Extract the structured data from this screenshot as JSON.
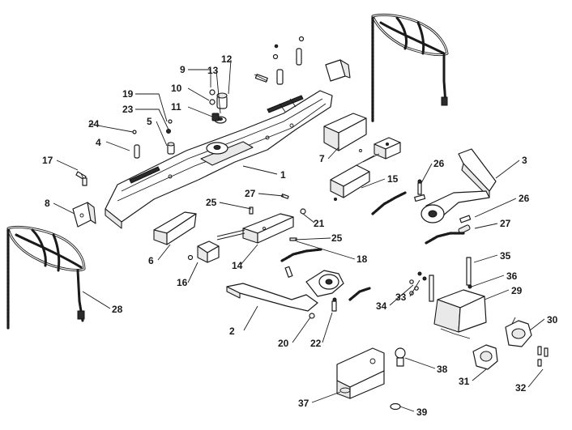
{
  "callouts": [
    {
      "id": "c1",
      "text": "1"
    },
    {
      "id": "c2",
      "text": "2"
    },
    {
      "id": "c3",
      "text": "3"
    },
    {
      "id": "c4",
      "text": "4"
    },
    {
      "id": "c5",
      "text": "5"
    },
    {
      "id": "c6",
      "text": "6"
    },
    {
      "id": "c7",
      "text": "7"
    },
    {
      "id": "c8",
      "text": "8"
    },
    {
      "id": "c9",
      "text": "9"
    },
    {
      "id": "c10",
      "text": "10"
    },
    {
      "id": "c11",
      "text": "11"
    },
    {
      "id": "c12",
      "text": "12"
    },
    {
      "id": "c13",
      "text": "13"
    },
    {
      "id": "c14",
      "text": "14"
    },
    {
      "id": "c15",
      "text": "15"
    },
    {
      "id": "c16",
      "text": "16"
    },
    {
      "id": "c17",
      "text": "17"
    },
    {
      "id": "c18",
      "text": "18"
    },
    {
      "id": "c19",
      "text": "19"
    },
    {
      "id": "c20",
      "text": "20"
    },
    {
      "id": "c21",
      "text": "21"
    },
    {
      "id": "c22",
      "text": "22"
    },
    {
      "id": "c23",
      "text": "23"
    },
    {
      "id": "c24",
      "text": "24"
    },
    {
      "id": "c25a",
      "text": "25"
    },
    {
      "id": "c25b",
      "text": "25"
    },
    {
      "id": "c26a",
      "text": "26"
    },
    {
      "id": "c26b",
      "text": "26"
    },
    {
      "id": "c27a",
      "text": "27"
    },
    {
      "id": "c27b",
      "text": "27"
    },
    {
      "id": "c28",
      "text": "28"
    },
    {
      "id": "c29",
      "text": "29"
    },
    {
      "id": "c30",
      "text": "30"
    },
    {
      "id": "c31",
      "text": "31"
    },
    {
      "id": "c32",
      "text": "32"
    },
    {
      "id": "c33",
      "text": "33"
    },
    {
      "id": "c34",
      "text": "34"
    },
    {
      "id": "c35",
      "text": "35"
    },
    {
      "id": "c36",
      "text": "36"
    },
    {
      "id": "c37",
      "text": "37"
    },
    {
      "id": "c38",
      "text": "38"
    },
    {
      "id": "c39",
      "text": "39"
    }
  ]
}
